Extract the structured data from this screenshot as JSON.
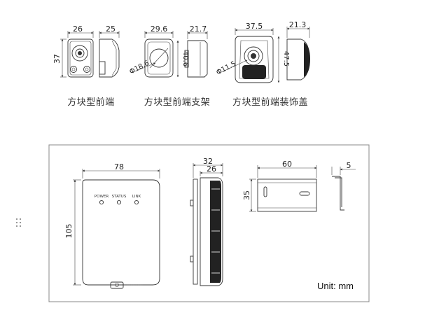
{
  "top_row": {
    "front_end": {
      "caption": "方块型前端",
      "dims": {
        "width": "26",
        "depth": "25",
        "height": "37"
      }
    },
    "bracket": {
      "caption": "方块型前端支架",
      "dims": {
        "width": "29.6",
        "depth": "21.7",
        "height": "40.6",
        "diameter": "Φ18.6"
      }
    },
    "cover": {
      "caption": "方块型前端装饰盖",
      "dims": {
        "width": "37.5",
        "depth": "21.3",
        "height": "47.5",
        "diameter": "Φ11.5"
      }
    }
  },
  "bottom_panel": {
    "device": {
      "dims": {
        "width": "78",
        "height": "105"
      },
      "leds": [
        "POWER",
        "STATUS",
        "LINK"
      ]
    },
    "side": {
      "dims": {
        "outer_depth": "32",
        "inner_depth": "26"
      }
    },
    "rail": {
      "dims": {
        "length": "60",
        "height": "35"
      }
    },
    "rail_end": {
      "dims": {
        "width": "5"
      }
    },
    "unit_label": "Unit: mm"
  },
  "drag_handle_icon": "drag-handle-icon"
}
